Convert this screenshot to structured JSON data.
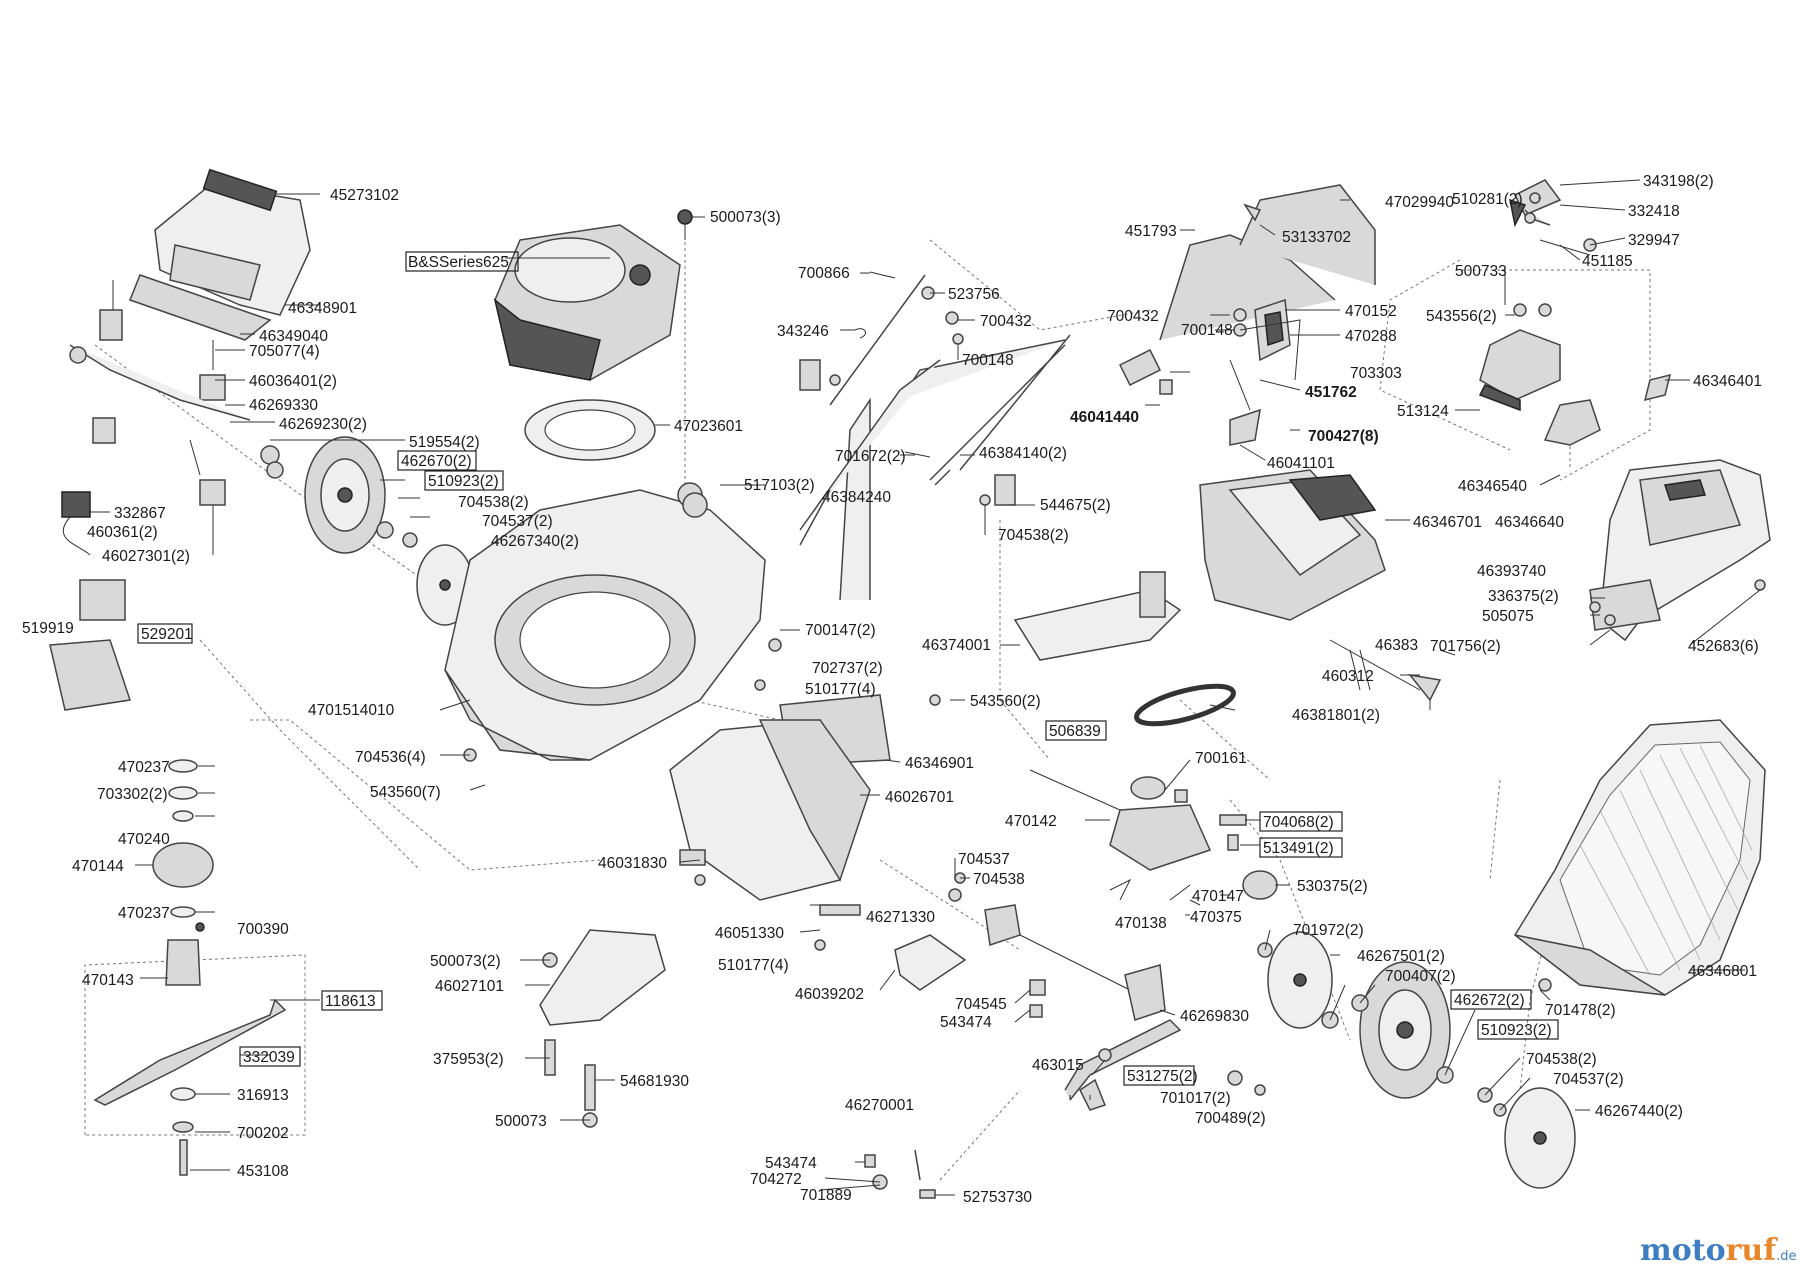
{
  "labels": {
    "l45273102": "45273102",
    "l46348901": "46348901",
    "l46349040": "46349040",
    "l705077": "705077(4)",
    "l46036401": "46036401(2)",
    "l46269330": "46269330",
    "l46269230": "46269230(2)",
    "l519554": "519554(2)",
    "l462670": "462670(2)",
    "l510923a": "510923(2)",
    "l704538a": "704538(2)",
    "l704537a": "704537(2)",
    "l46267340": "46267340(2)",
    "l332867": "332867",
    "l460361": "460361(2)",
    "l46027301": "46027301(2)",
    "l529201": "529201",
    "l519919": "519919",
    "lBS": "B&SSeries625",
    "l500073_3": "500073(3)",
    "l47023601": "47023601",
    "l517103": "517103(2)",
    "l700147": "700147(2)",
    "l702737": "702737(2)",
    "l510177_4a": "510177(4)",
    "l4701514010": "4701514010",
    "l704536": "704536(4)",
    "l543560_7": "543560(7)",
    "l470237a": "470237",
    "l703302": "703302(2)",
    "l470240": "470240",
    "l470144": "470144",
    "l470237b": "470237",
    "l700390": "700390",
    "l470143": "470143",
    "l118613": "118613",
    "l332039": "332039",
    "l316913": "316913",
    "l700202": "700202",
    "l453108": "453108",
    "l700866": "700866",
    "l523756": "523756",
    "l700432a": "700432",
    "l343246": "343246",
    "l700148a": "700148",
    "l701672": "701672(2)",
    "l46384140": "46384140(2)",
    "l46384240": "46384240",
    "l544675": "544675(2)",
    "l704538b": "704538(2)",
    "l46374001": "46374001",
    "l543560_2": "543560(2)",
    "l46346901": "46346901",
    "l46026701": "46026701",
    "l46031830": "46031830",
    "l46051330": "46051330",
    "l46271330": "46271330",
    "l510177_4b": "510177(4)",
    "l46039202": "46039202",
    "l500073_2": "500073(2)",
    "l46027101": "46027101",
    "l375953": "375953(2)",
    "l54681930": "54681930",
    "l500073": "500073",
    "l704537b": "704537",
    "l704538c": "704538",
    "l704545": "704545",
    "l543474a": "543474",
    "l46269830": "46269830",
    "l463015": "463015",
    "l531275": "531275(2)",
    "l701017": "701017(2)",
    "l700489": "700489(2)",
    "l46270001": "46270001",
    "l543474b": "543474",
    "l704272": "704272",
    "l701889": "701889",
    "l52753730": "52753730",
    "l47029940": "47029940",
    "l451793": "451793",
    "l53133702": "53133702",
    "l700432b": "700432",
    "l700148b": "700148",
    "l470152": "470152",
    "l470288": "470288",
    "l703303": "703303",
    "l451762": "451762",
    "l46041440": "46041440",
    "l700427": "700427(8)",
    "l46041101": "46041101",
    "l46346701": "46346701",
    "l46346640": "46346640",
    "l46383": "46383",
    "l460312": "460312",
    "l46381801": "46381801(2)",
    "l506839": "506839",
    "l700161": "700161",
    "l470142": "470142",
    "l704068": "704068(2)",
    "l513491": "513491(2)",
    "l530375": "530375(2)",
    "l470147": "470147",
    "l470138": "470138",
    "l470375": "470375",
    "l701972": "701972(2)",
    "l46267501": "46267501(2)",
    "l700407": "700407(2)",
    "l462672": "462672(2)",
    "l510923b": "510923(2)",
    "l704538d": "704538(2)",
    "l704537c": "704537(2)",
    "l46267440": "46267440(2)",
    "l510281": "510281(2)",
    "l343198": "343198(2)",
    "l332418": "332418",
    "l329947": "329947",
    "l451185": "451185",
    "l500733": "500733",
    "l543556": "543556(2)",
    "l513124": "513124",
    "l46346401": "46346401",
    "l46346540": "46346540",
    "l46393740": "46393740",
    "l336375": "336375(2)",
    "l505075": "505075",
    "l701756": "701756(2)",
    "l452683": "452683(6)",
    "l46346801": "46346801",
    "l701478": "701478(2)"
  },
  "watermark": {
    "part1": "moto",
    "part2": "ruf",
    "suffix": ".de"
  },
  "colors": {
    "line": "#333333",
    "part_fill": "#d9d9d9",
    "watermark_blue": "#3d7ec2",
    "watermark_orange": "#e8862a"
  }
}
